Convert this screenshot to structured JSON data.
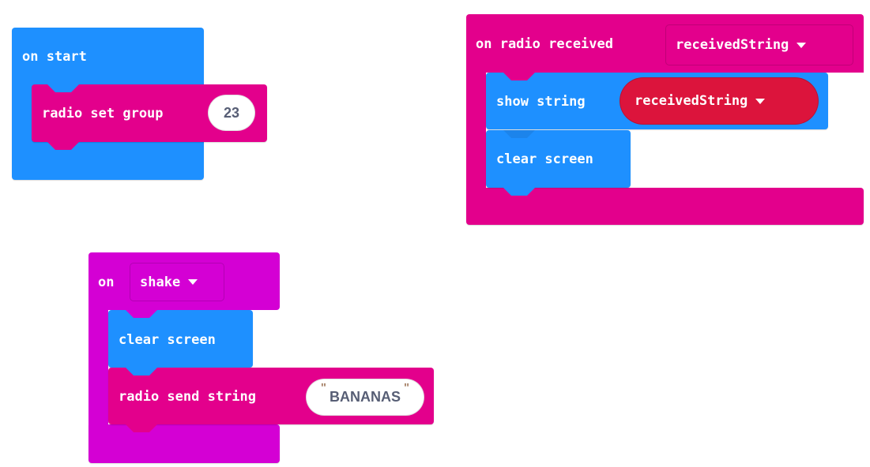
{
  "colors": {
    "basic_blue": "#1e90ff",
    "radio_pink": "#e3008c",
    "input_purple": "#d400d4",
    "variable_red": "#dc143c"
  },
  "blocks": {
    "on_start": {
      "label": "on start",
      "children": {
        "radio_set_group": {
          "label": "radio set group",
          "value": "23"
        }
      }
    },
    "on_radio_received": {
      "label": "on radio received",
      "param": "receivedString",
      "param_icon": "caret-down-icon",
      "children": {
        "show_string": {
          "label": "show string",
          "variable": "receivedString",
          "variable_icon": "caret-down-icon"
        },
        "clear_screen": {
          "label": "clear screen"
        }
      }
    },
    "on_shake": {
      "label": "on",
      "gesture": "shake",
      "gesture_icon": "caret-down-icon",
      "children": {
        "clear_screen": {
          "label": "clear screen"
        },
        "radio_send_string": {
          "label": "radio send string",
          "value": "BANANAS",
          "quote_open": "\"",
          "quote_close": "\""
        }
      }
    }
  }
}
